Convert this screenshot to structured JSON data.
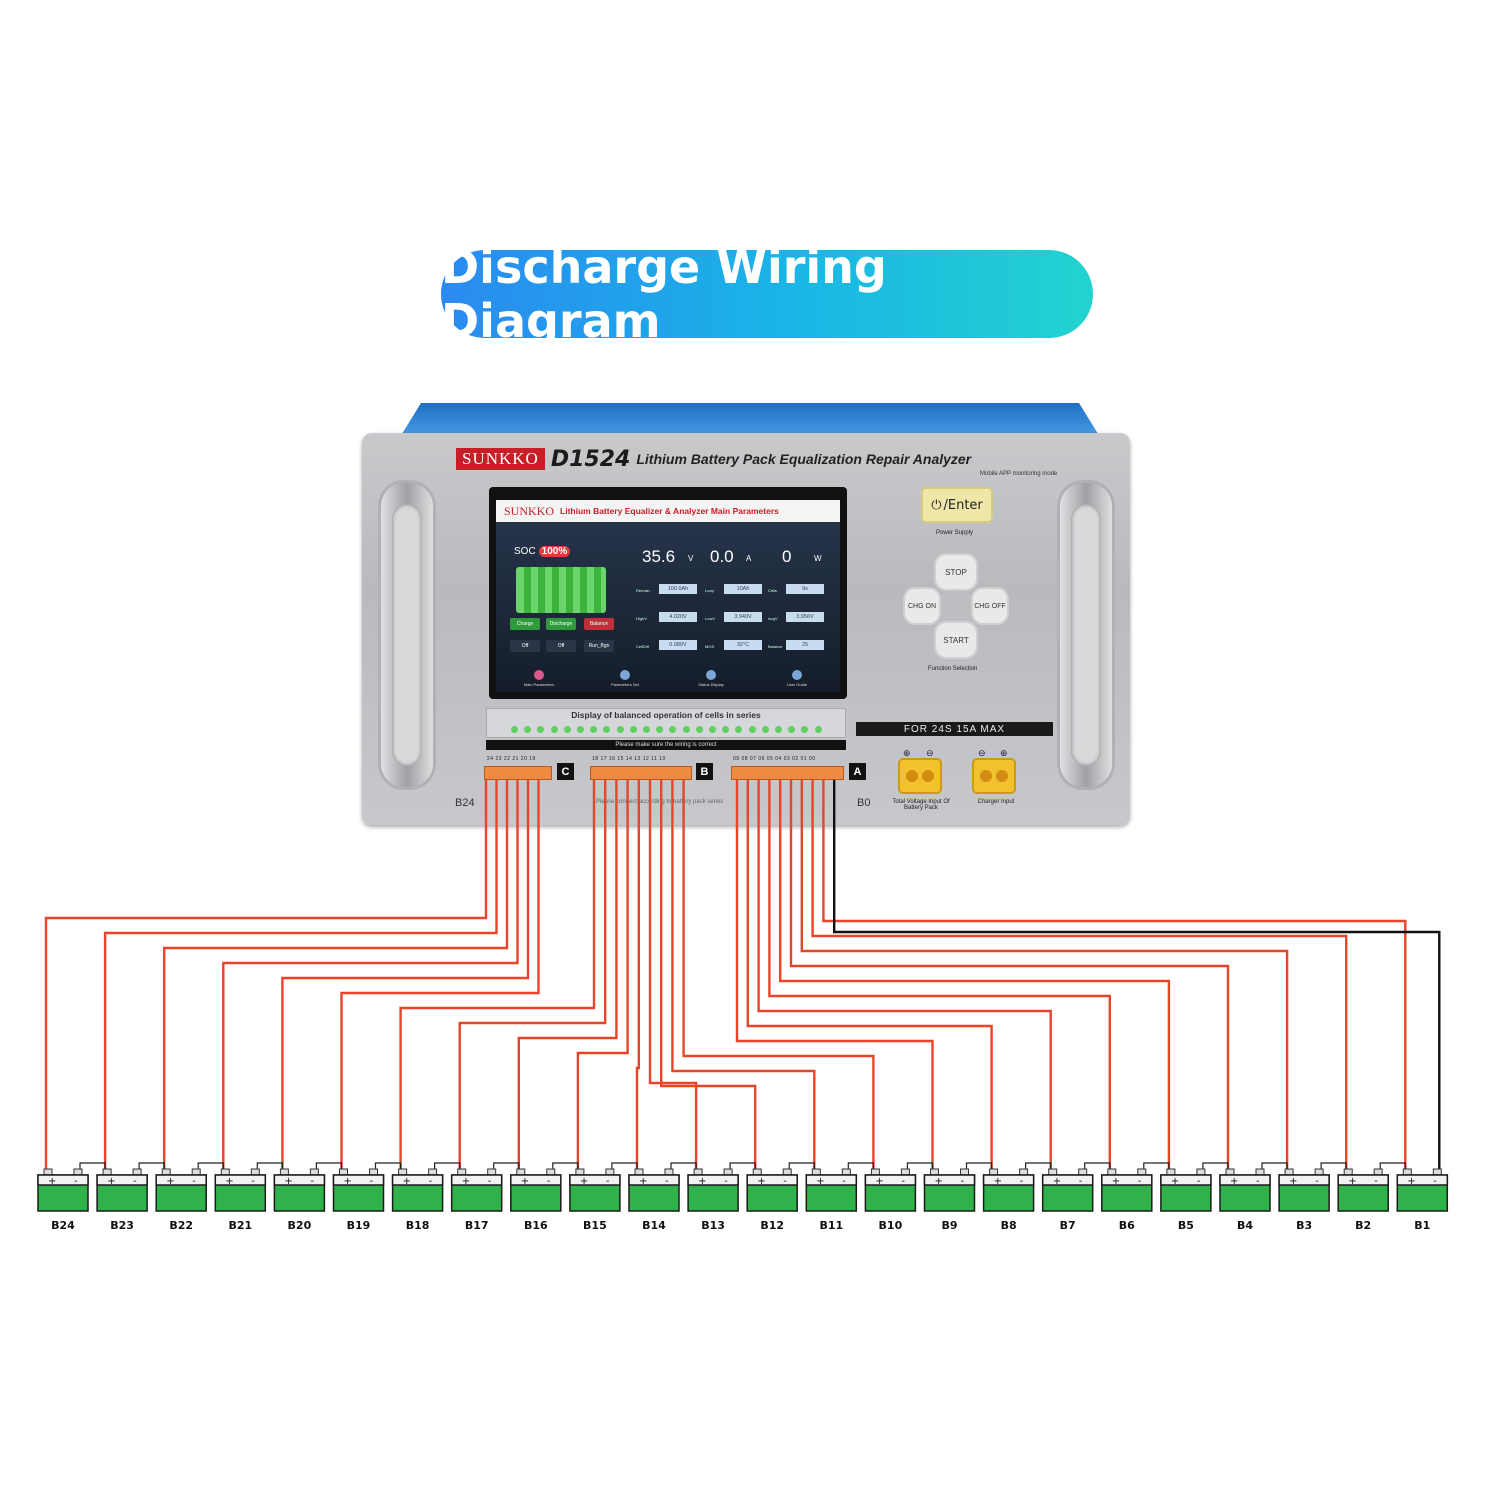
{
  "title": "Discharge Wiring Diagram",
  "device": {
    "brand": "SUNKKO",
    "model": "D1524",
    "product_name": "Lithium Battery Pack Equalization Repair Analyzer",
    "subtitle": "Mobile APP monitoring mode",
    "screen": {
      "brand": "SUNKKO",
      "title": "Lithium Battery Equalizer & Analyzer Main Parameters",
      "soc_label": "SOC",
      "soc_value": "100%",
      "voltage": "35.6",
      "voltage_unit": "V",
      "current": "0.0",
      "current_unit": "A",
      "power": "0",
      "power_unit": "W",
      "fields": [
        {
          "label": "Remain",
          "value": "100.0Ah"
        },
        {
          "label": "Loop",
          "value": "10Ah"
        },
        {
          "label": "Cells",
          "value": "9s"
        },
        {
          "label": "HighV",
          "value": "4.020V"
        },
        {
          "label": "LowV",
          "value": "3.940V"
        },
        {
          "label": "AvgV",
          "value": "3.956V"
        },
        {
          "label": "CellDiff",
          "value": "0.080V"
        },
        {
          "label": "MOS",
          "value": "32°C"
        },
        {
          "label": "Balance",
          "value": "25"
        }
      ],
      "mode_buttons": [
        "Charge",
        "Discharge",
        "Balance"
      ],
      "state_buttons": [
        "Off",
        "Off",
        "Run_Bgn"
      ],
      "tabs": [
        "Main Parameters",
        "Parameters Set",
        "Status Display",
        "User Guide"
      ]
    },
    "power_button": "/Enter",
    "power_label": "Power Supply",
    "dpad": {
      "up": "STOP",
      "down": "START",
      "left": "CHG ON",
      "right": "CHG OFF"
    },
    "function_label": "Function Selection",
    "led_label": "Display of balanced operation of cells in series",
    "spec": "FOR 24S 15A MAX",
    "warning": "Please make sure the wiring is correct",
    "hint": "Please connect according to battery pack series",
    "ports": [
      {
        "tag": "C",
        "pins": "24 23 22 21 20 19"
      },
      {
        "tag": "B",
        "pins": "18 17 16 15 14 13 12 11 10"
      },
      {
        "tag": "A",
        "pins": "09 08 07 06 05 04 03 02 01 00"
      }
    ],
    "edge_left": "B24",
    "edge_right": "B0",
    "total_voltage_label": "Total Voltage Input Of Battery Pack",
    "charger_label": "Charger Input",
    "plus": "⊕",
    "minus": "⊖"
  },
  "cells": [
    "B24",
    "B23",
    "B22",
    "B21",
    "B20",
    "B19",
    "B18",
    "B17",
    "B16",
    "B15",
    "B14",
    "B13",
    "B12",
    "B11",
    "B10",
    "B9",
    "B8",
    "B7",
    "B6",
    "B5",
    "B4",
    "B3",
    "B2",
    "B1"
  ],
  "colors": {
    "wire": "#e8442a",
    "ground_wire": "#111111",
    "battery": "#2fb24a",
    "title_start": "#2a8af0",
    "title_end": "#22d3cf"
  }
}
